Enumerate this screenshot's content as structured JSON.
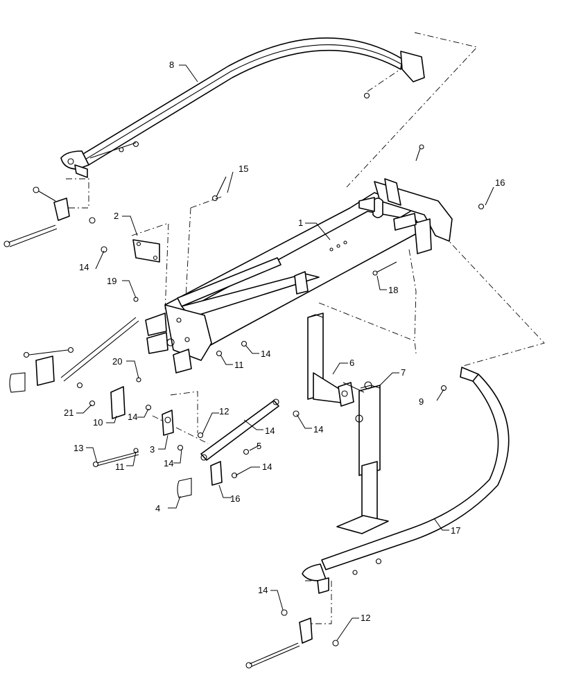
{
  "diagram": {
    "callouts": [
      {
        "id": "c8",
        "label": "8"
      },
      {
        "id": "c15",
        "label": "15"
      },
      {
        "id": "c16a",
        "label": "16"
      },
      {
        "id": "c1",
        "label": "1"
      },
      {
        "id": "c2",
        "label": "2"
      },
      {
        "id": "c14a",
        "label": "14"
      },
      {
        "id": "c19",
        "label": "19"
      },
      {
        "id": "c18",
        "label": "18"
      },
      {
        "id": "c14b",
        "label": "14"
      },
      {
        "id": "c11a",
        "label": "11"
      },
      {
        "id": "c20",
        "label": "20"
      },
      {
        "id": "c6",
        "label": "6"
      },
      {
        "id": "c7",
        "label": "7"
      },
      {
        "id": "c21",
        "label": "21"
      },
      {
        "id": "c10",
        "label": "10"
      },
      {
        "id": "c14c",
        "label": "14"
      },
      {
        "id": "c12a",
        "label": "12"
      },
      {
        "id": "c14d",
        "label": "14"
      },
      {
        "id": "c14e",
        "label": "14"
      },
      {
        "id": "c5",
        "label": "5"
      },
      {
        "id": "c13",
        "label": "13"
      },
      {
        "id": "c3",
        "label": "3"
      },
      {
        "id": "c14f",
        "label": "14"
      },
      {
        "id": "c11b",
        "label": "11"
      },
      {
        "id": "c14g",
        "label": "14"
      },
      {
        "id": "c16b",
        "label": "16"
      },
      {
        "id": "c4",
        "label": "4"
      },
      {
        "id": "c17",
        "label": "17"
      },
      {
        "id": "c9",
        "label": "9"
      },
      {
        "id": "c14h",
        "label": "14"
      },
      {
        "id": "c12b",
        "label": "12"
      }
    ]
  }
}
